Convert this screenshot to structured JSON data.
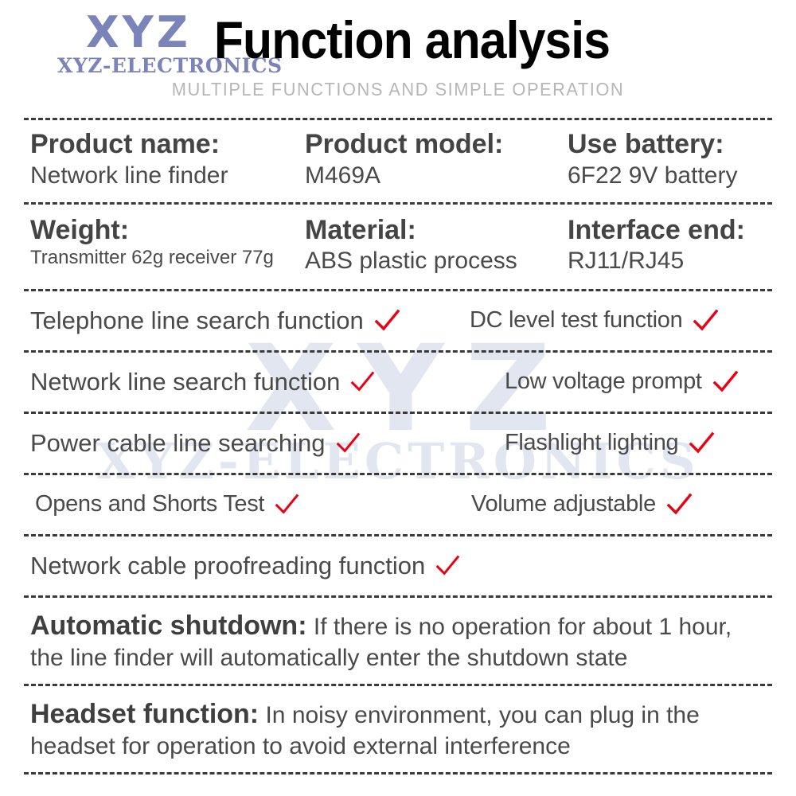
{
  "header": {
    "title": "Function analysis",
    "subtitle": "MULTIPLE FUNCTIONS AND SIMPLE OPERATION"
  },
  "watermark": {
    "main": "XYZ",
    "sub": "XYZ-ELECTRONICS",
    "corner_main": "XYZ",
    "corner_sub": "XYZ-ELECTRONICS",
    "color": "#7b84b8",
    "bg_color": "#e2e6f0"
  },
  "specs": [
    {
      "cells": [
        {
          "label": "Product name:",
          "value": "Network line finder"
        },
        {
          "label": "Product model:",
          "value": "M469A"
        },
        {
          "label": "Use battery:",
          "value": "6F22 9V battery"
        }
      ]
    },
    {
      "cells": [
        {
          "label": "Weight:",
          "value": "Transmitter 62g receiver 77g"
        },
        {
          "label": "Material:",
          "value": "ABS plastic process"
        },
        {
          "label": "Interface end:",
          "value": "RJ11/RJ45"
        }
      ]
    }
  ],
  "features": [
    {
      "left": "Telephone line search function",
      "left_checked": true,
      "right": "DC level test function",
      "right_checked": true
    },
    {
      "left": "Network line search function",
      "left_checked": true,
      "right": "Low voltage prompt",
      "right_checked": true
    },
    {
      "left": "Power cable line searching",
      "left_checked": true,
      "right": "Flashlight lighting",
      "right_checked": true
    },
    {
      "left": "Opens and Shorts Test",
      "left_checked": true,
      "right": "Volume adjustable",
      "right_checked": true
    },
    {
      "left": "Network cable proofreading function",
      "left_checked": true,
      "right": "",
      "right_checked": false
    }
  ],
  "paragraphs": [
    {
      "lead": "Automatic shutdown:",
      "body": " If there is no operation for about 1 hour, the line finder will automatically enter the shutdown state"
    },
    {
      "lead": "Headset function:",
      "body": " In noisy environment, you can plug in the headset for operation to avoid external interference"
    }
  ],
  "check_color": "#ee0012"
}
